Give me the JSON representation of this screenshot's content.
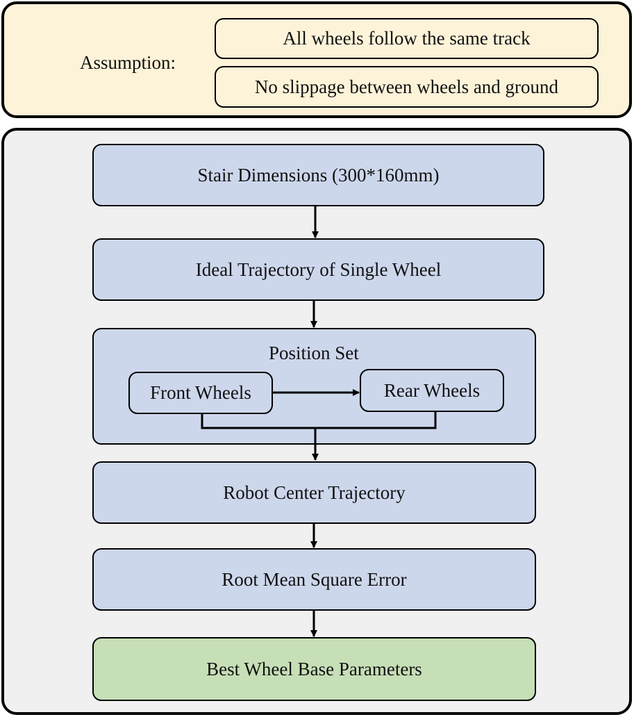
{
  "assumption": {
    "label": "Assumption:",
    "items": [
      "All wheels follow the same track",
      "No slippage between wheels and ground"
    ]
  },
  "flow": {
    "stair": "Stair Dimensions (300*160mm)",
    "ideal": "Ideal Trajectory of Single Wheel",
    "position_set": {
      "title": "Position Set",
      "front": "Front Wheels",
      "rear": "Rear Wheels"
    },
    "center": "Robot Center Trajectory",
    "rmse": "Root Mean Square Error",
    "best": "Best Wheel Base Parameters"
  },
  "colors": {
    "assumption_bg": "#fdf3d9",
    "flow_bg": "#f0f0f0",
    "step_fill": "#cdd7ec",
    "result_fill": "#c7dfb7"
  }
}
